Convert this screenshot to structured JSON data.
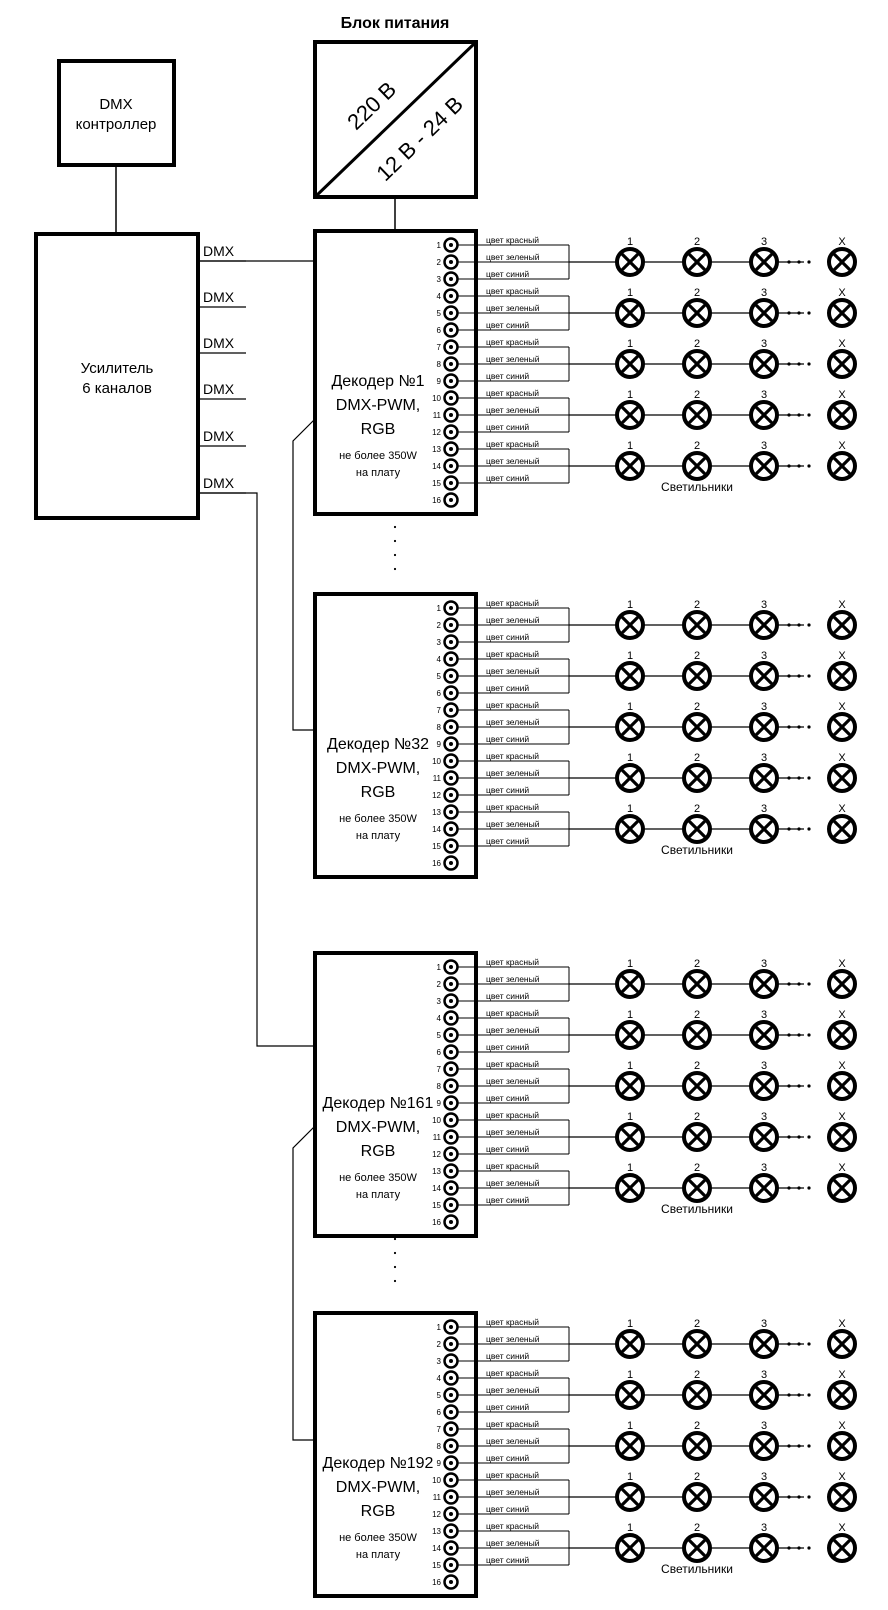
{
  "power_supply": {
    "title": "Блок питания",
    "input": "220 В",
    "output": "12 В - 24 В"
  },
  "controller": {
    "line1": "DMX",
    "line2": "контроллер"
  },
  "amplifier": {
    "line1": "Усилитель",
    "line2": "6 каналов",
    "output_label": "DMX"
  },
  "decoders": [
    {
      "title": "Декодер №1",
      "line2": "DMX-PWM,",
      "line3": "RGB",
      "note1": "не более 350W",
      "note2": "на плату"
    },
    {
      "title": "Декодер №32",
      "line2": "DMX-PWM,",
      "line3": "RGB",
      "note1": "не более 350W",
      "note2": "на плату"
    },
    {
      "title": "Декодер №161",
      "line2": "DMX-PWM,",
      "line3": "RGB",
      "note1": "не более 350W",
      "note2": "на плату"
    },
    {
      "title": "Декодер №192",
      "line2": "DMX-PWM,",
      "line3": "RGB",
      "note1": "не более 350W",
      "note2": "на плату"
    }
  ],
  "channel_labels": [
    "цвет красный",
    "цвет зеленый",
    "цвет синий"
  ],
  "terminal_numbers": [
    "1",
    "2",
    "3",
    "4",
    "5",
    "6",
    "7",
    "8",
    "9",
    "10",
    "11",
    "12",
    "13",
    "14",
    "15",
    "16"
  ],
  "lamp_numbers": [
    "1",
    "2",
    "3",
    "X"
  ],
  "lamps_label": "Светильники"
}
